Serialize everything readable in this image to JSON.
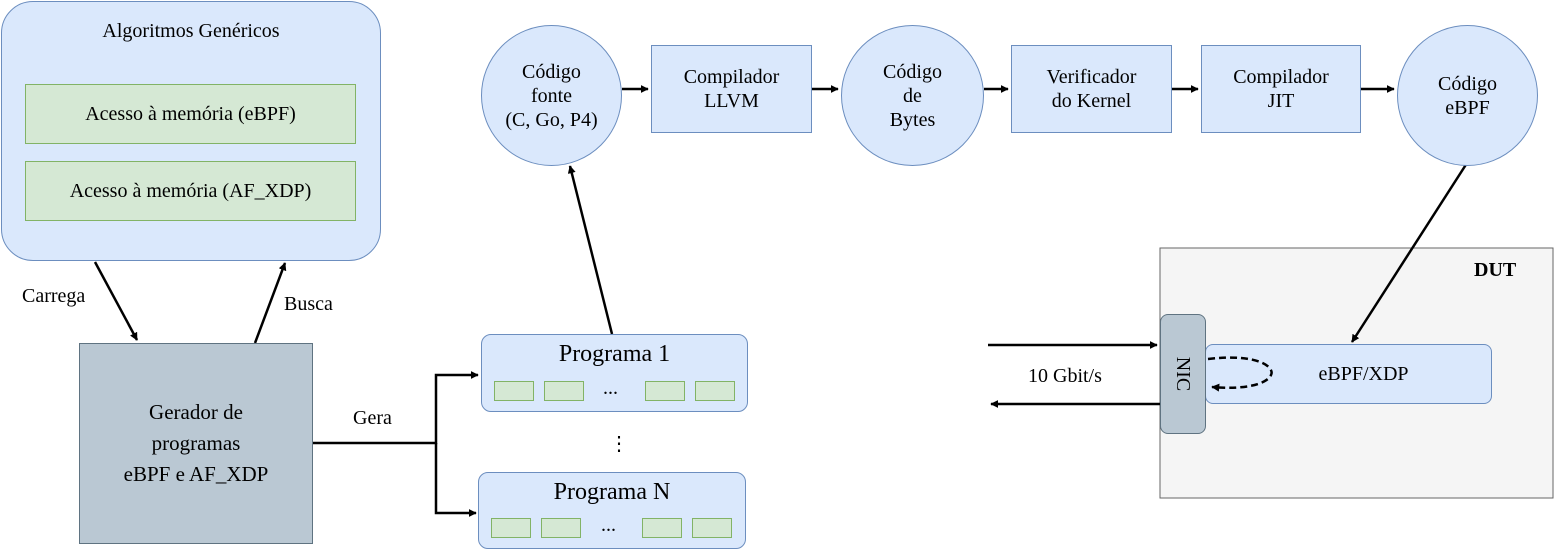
{
  "generic_algorithms": {
    "title": "Algoritmos Genéricos",
    "items": [
      "Acesso à memória (eBPF)",
      "Acesso à memória (AF_XDP)"
    ]
  },
  "generator": {
    "label": "Gerador de\nprogramas\neBPF e AF_XDP"
  },
  "edge_labels": {
    "loads": "Carrega",
    "fetches": "Busca",
    "generates": "Gera",
    "rate": "10 Gbit/s"
  },
  "programs": [
    {
      "title": "Programa 1",
      "ellipsis": "..."
    },
    {
      "title": "Programa N",
      "ellipsis": "..."
    }
  ],
  "between_programs": "⋮",
  "pipeline": {
    "source_code": "Código\nfonte\n(C, Go, P4)",
    "llvm": "Compilador\nLLVM",
    "bytecode": "Código\nde\nBytes",
    "verifier": "Verificador\ndo Kernel",
    "jit": "Compilador\nJIT",
    "ebpf_code": "Código\neBPF"
  },
  "dut": {
    "title": "DUT",
    "nic": "NIC",
    "xdp": "eBPF/XDP"
  },
  "colors": {
    "blue_fill": "#dae8fc",
    "blue_stroke": "#6c8ebf",
    "green_fill": "#d5e8d4",
    "green_stroke": "#82b366",
    "gray_fill": "#bac8d3",
    "dut_fill": "#f5f5f5"
  }
}
